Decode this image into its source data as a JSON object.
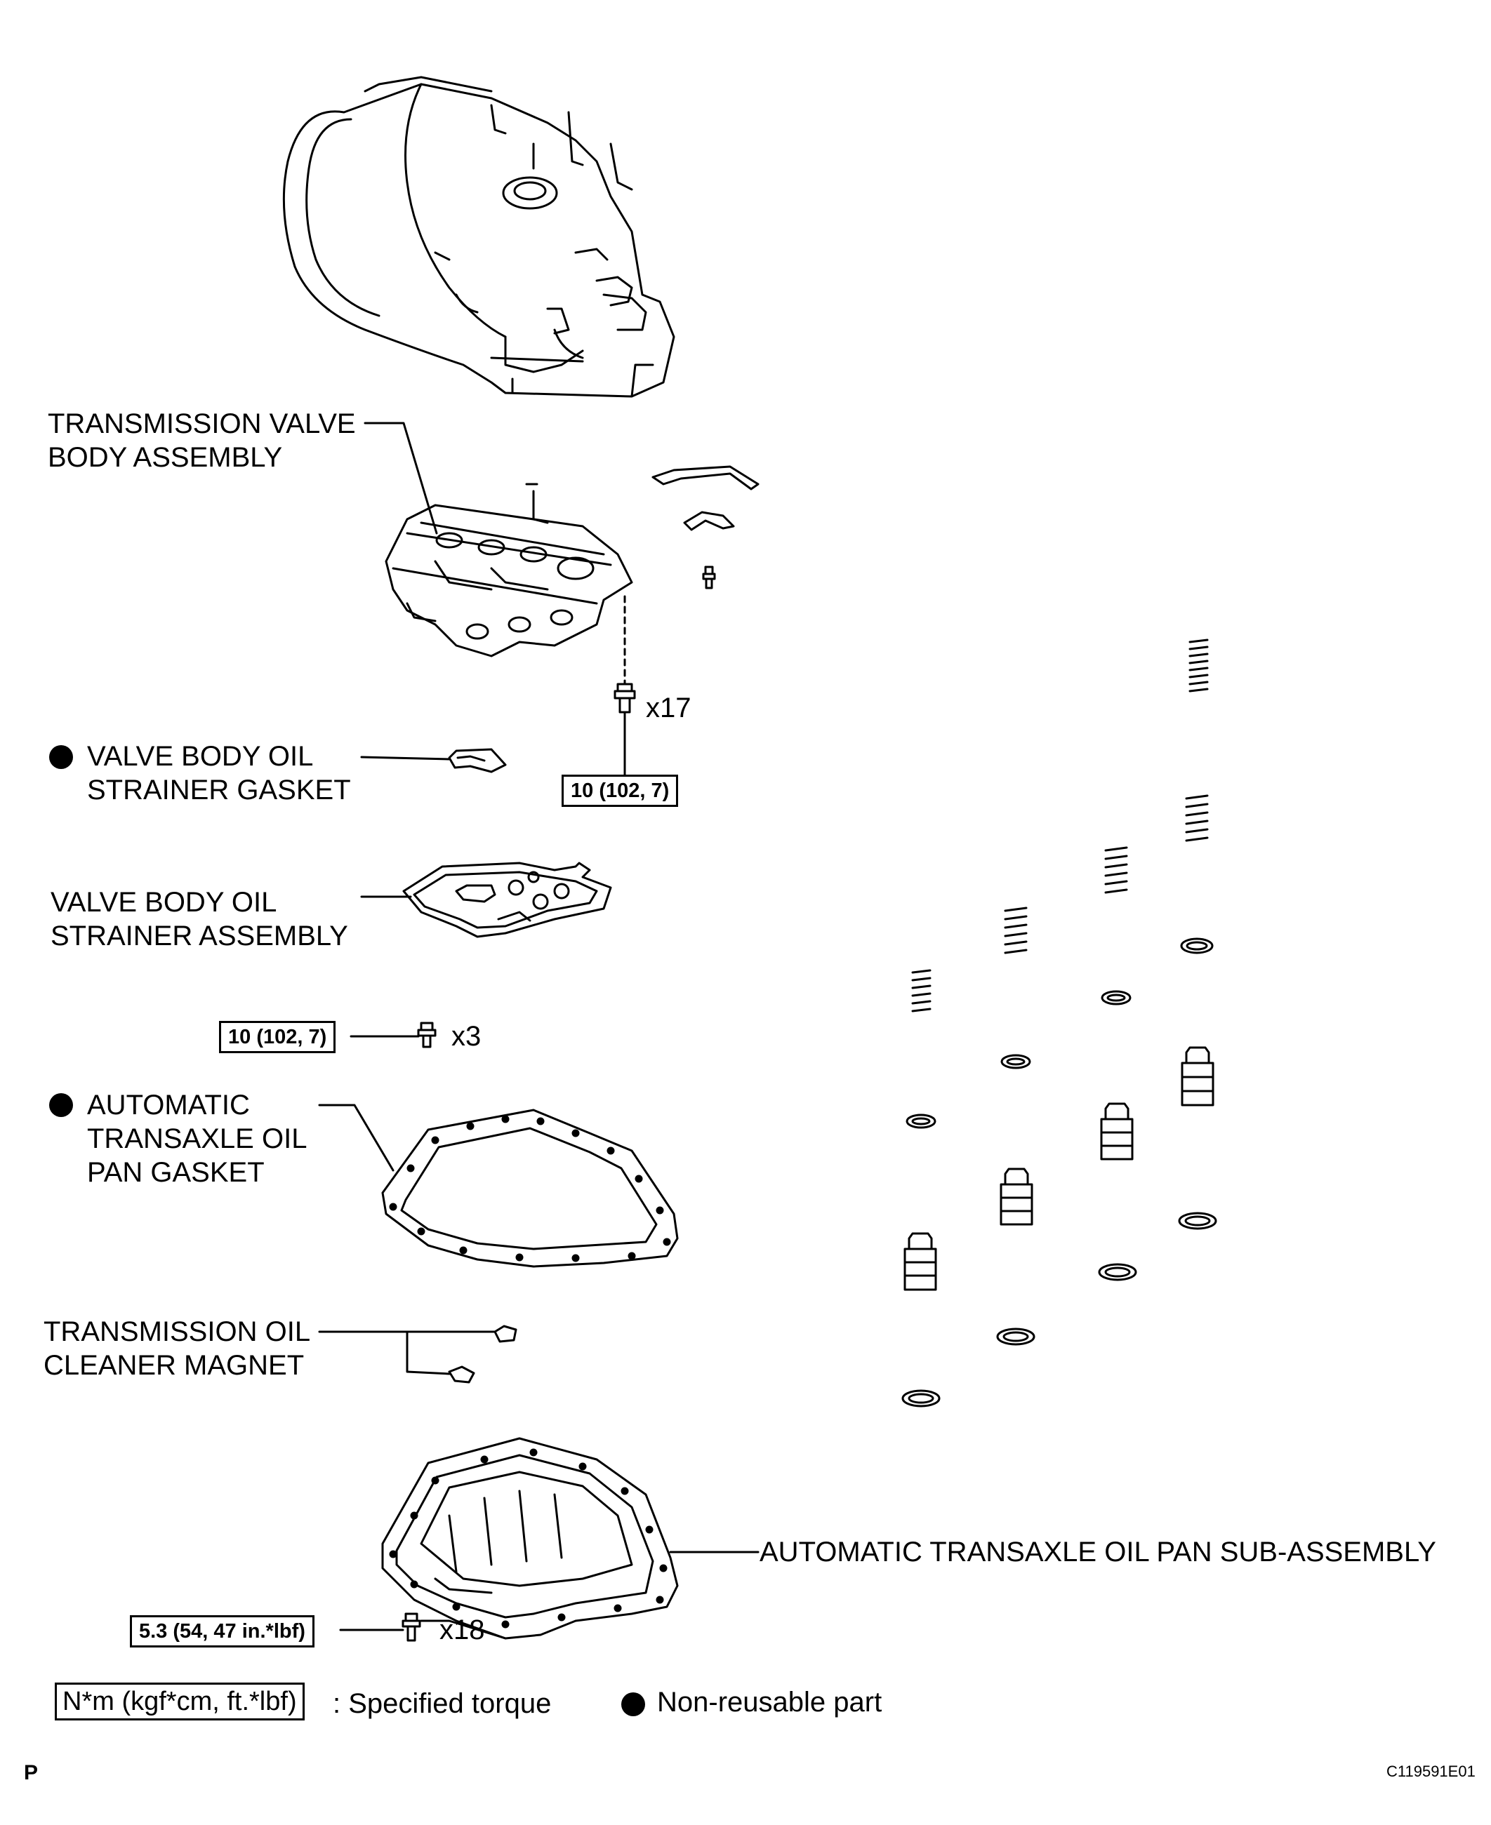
{
  "labels": {
    "valve_body": [
      "TRANSMISSION VALVE",
      "BODY ASSEMBLY"
    ],
    "strainer_gasket": [
      "VALVE BODY OIL",
      "STRAINER GASKET"
    ],
    "strainer_assembly": [
      "VALVE BODY OIL",
      "STRAINER ASSEMBLY"
    ],
    "pan_gasket": [
      "AUTOMATIC",
      "TRANSAXLE OIL",
      "PAN GASKET"
    ],
    "magnet": [
      "TRANSMISSION OIL",
      "CLEANER MAGNET"
    ],
    "oil_pan": "AUTOMATIC TRANSAXLE OIL PAN SUB-ASSEMBLY"
  },
  "torque_specs": {
    "valve_body_bolts": "10 (102, 7)",
    "strainer_bolts": "10 (102, 7)",
    "oil_pan_bolts": "5.3 (54, 47 in.*lbf)"
  },
  "quantities": {
    "valve_body_bolts": "x17",
    "strainer_bolts": "x3",
    "oil_pan_bolts": "x18"
  },
  "legend": {
    "torque_box": "N*m (kgf*cm, ft.*lbf)",
    "torque_text": ": Specified torque",
    "nonreusable_text": "Non-reusable part"
  },
  "footer": {
    "page_mark": "P",
    "figure_code": "C119591E01"
  }
}
